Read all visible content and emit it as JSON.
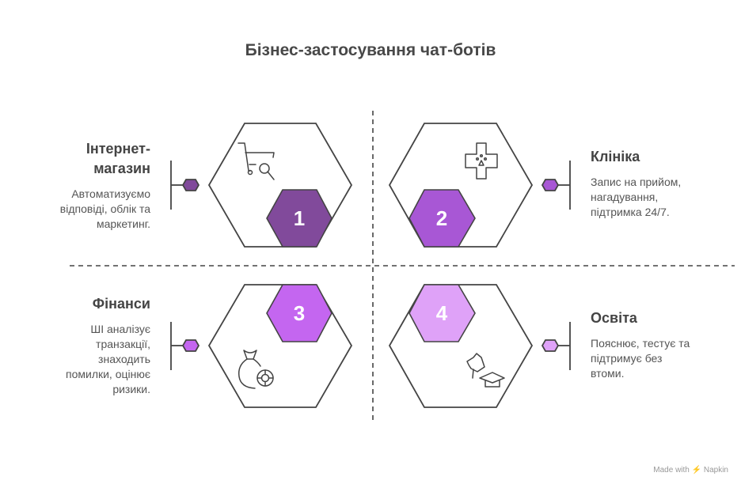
{
  "title": "Бізнес-застосування чат-ботів",
  "items": [
    {
      "num": "1",
      "title_lines": [
        "Інтернет-",
        "магазин"
      ],
      "desc_lines": [
        "Автоматизуємо",
        "відповіді, облік та",
        "маркетинг."
      ],
      "color": "#814a9b",
      "icon": "cart-search-icon"
    },
    {
      "num": "2",
      "title_lines": [
        "Клініка"
      ],
      "desc_lines": [
        "Запис на прийом,",
        "нагадування,",
        "підтримка 24/7."
      ],
      "color": "#a857d5",
      "icon": "vet-cross-icon"
    },
    {
      "num": "3",
      "title_lines": [
        "Фінанси"
      ],
      "desc_lines": [
        "ШІ аналізує",
        "транзакції,",
        "знаходить",
        "помилки, оцінює",
        "ризики."
      ],
      "color": "#c466f0",
      "icon": "money-bag-icon"
    },
    {
      "num": "4",
      "title_lines": [
        "Освіта"
      ],
      "desc_lines": [
        "Пояснює, тестує та",
        "підтримує без",
        "втоми."
      ],
      "color": "#dfa2f8",
      "icon": "education-icon"
    }
  ],
  "footer": "Made with ⚡ Napkin"
}
